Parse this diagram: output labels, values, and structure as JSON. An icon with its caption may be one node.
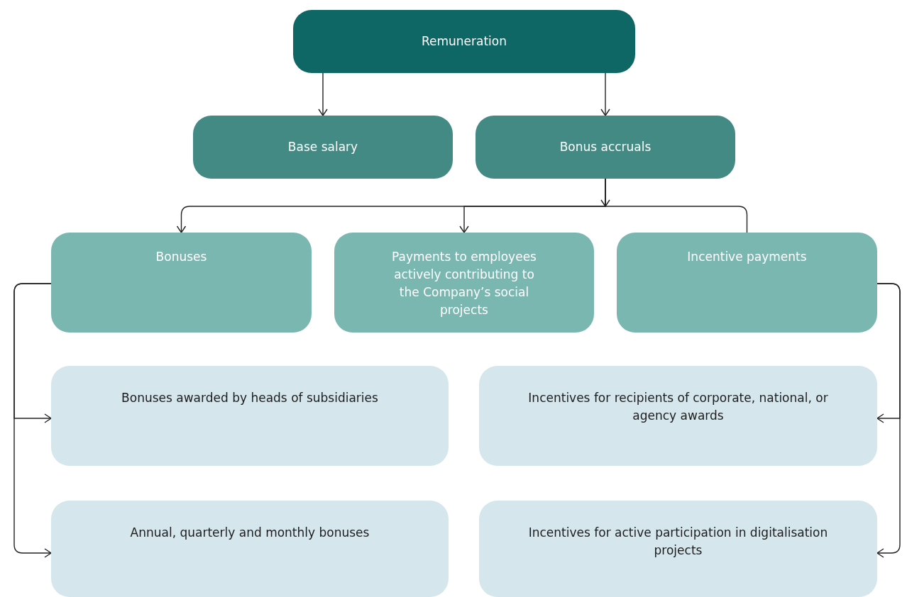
{
  "diagram": {
    "nodes": [
      {
        "text": [
          "Remuneration"
        ]
      },
      {
        "text": [
          "Base salary"
        ]
      },
      {
        "text": [
          "Bonus accruals"
        ]
      },
      {
        "text": [
          "Bonuses"
        ]
      },
      {
        "text": [
          "Payments to employees actively contributing to the Company’s social projects"
        ]
      },
      {
        "text": [
          "Incentive payments"
        ]
      },
      {
        "text": [
          "Bonuses awarded by heads of subsidiaries"
        ]
      },
      {
        "text": [
          "Incentives for recipients of corporate, national, or agency awards"
        ]
      },
      {
        "text": [
          "Annual, quarterly and monthly bonuses"
        ]
      },
      {
        "text": [
          "Incentives for active participation in digitalisation projects"
        ]
      }
    ],
    "edges": [
      {
        "from": 0,
        "to": 1,
        "arrow": "to"
      },
      {
        "from": 0,
        "to": 2,
        "arrow": "to"
      },
      {
        "from": 2,
        "to": 3,
        "arrow": "to"
      },
      {
        "from": 2,
        "to": 4,
        "arrow": "to"
      },
      {
        "from": 2,
        "to": 5,
        "arrow": "none"
      },
      {
        "from": 3,
        "to": 6,
        "arrow": "to"
      },
      {
        "from": 3,
        "to": 8,
        "arrow": "to"
      },
      {
        "from": 5,
        "to": 7,
        "arrow": "to"
      },
      {
        "from": 5,
        "to": 9,
        "arrow": "to"
      }
    ]
  }
}
